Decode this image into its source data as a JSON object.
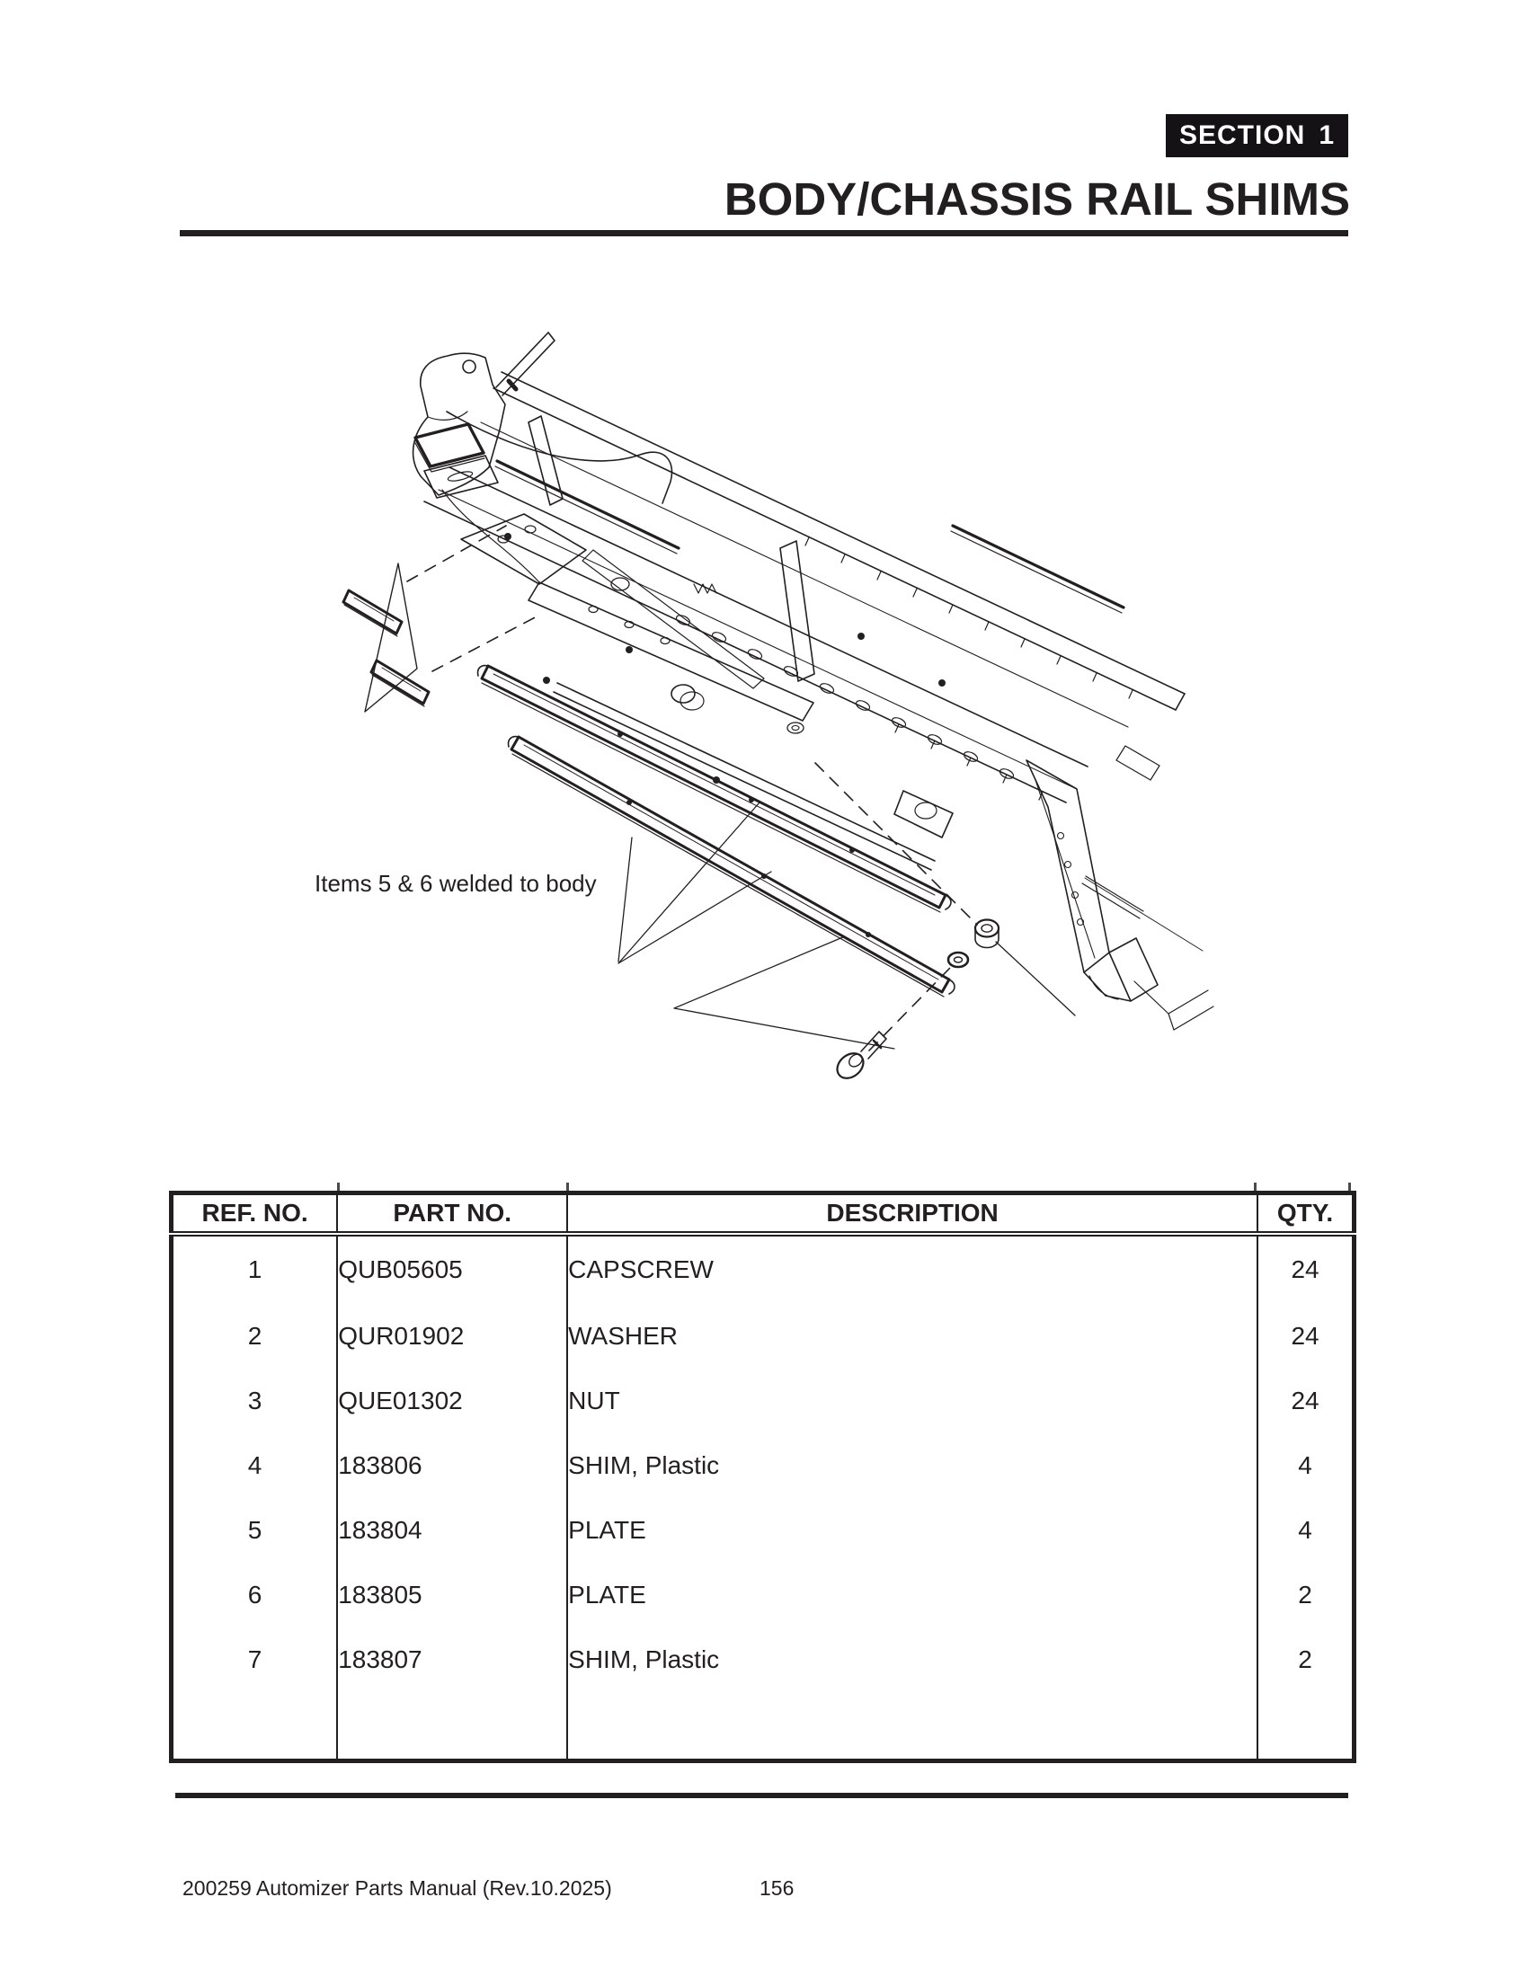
{
  "header": {
    "section_badge": {
      "label": "SECTION",
      "number": "1"
    },
    "title": "BODY/CHASSIS RAIL SHIMS"
  },
  "diagram": {
    "note": "Items 5 & 6 welded to body"
  },
  "table": {
    "headers": [
      "REF. NO.",
      "PART NO.",
      "DESCRIPTION",
      "QTY."
    ],
    "rows": [
      {
        "ref": "1",
        "part": "QUB05605",
        "desc": "CAPSCREW",
        "qty": "24"
      },
      {
        "ref": "2",
        "part": "QUR01902",
        "desc": "WASHER",
        "qty": "24"
      },
      {
        "ref": "3",
        "part": "QUE01302",
        "desc": "NUT",
        "qty": "24"
      },
      {
        "ref": "4",
        "part": "183806",
        "desc": "SHIM, Plastic",
        "qty": "4"
      },
      {
        "ref": "5",
        "part": "183804",
        "desc": "PLATE",
        "qty": "4"
      },
      {
        "ref": "6",
        "part": "183805",
        "desc": "PLATE",
        "qty": "2"
      },
      {
        "ref": "7",
        "part": "183807",
        "desc": "SHIM, Plastic",
        "qty": "2"
      }
    ]
  },
  "footer": {
    "manual": "200259 Automizer Parts Manual (Rev.10.2025)",
    "page_number": "156"
  },
  "colors": {
    "ink": "#221f20",
    "paper": "#ffffff",
    "badge_background": "#141214",
    "badge_text": "#ffffff"
  }
}
